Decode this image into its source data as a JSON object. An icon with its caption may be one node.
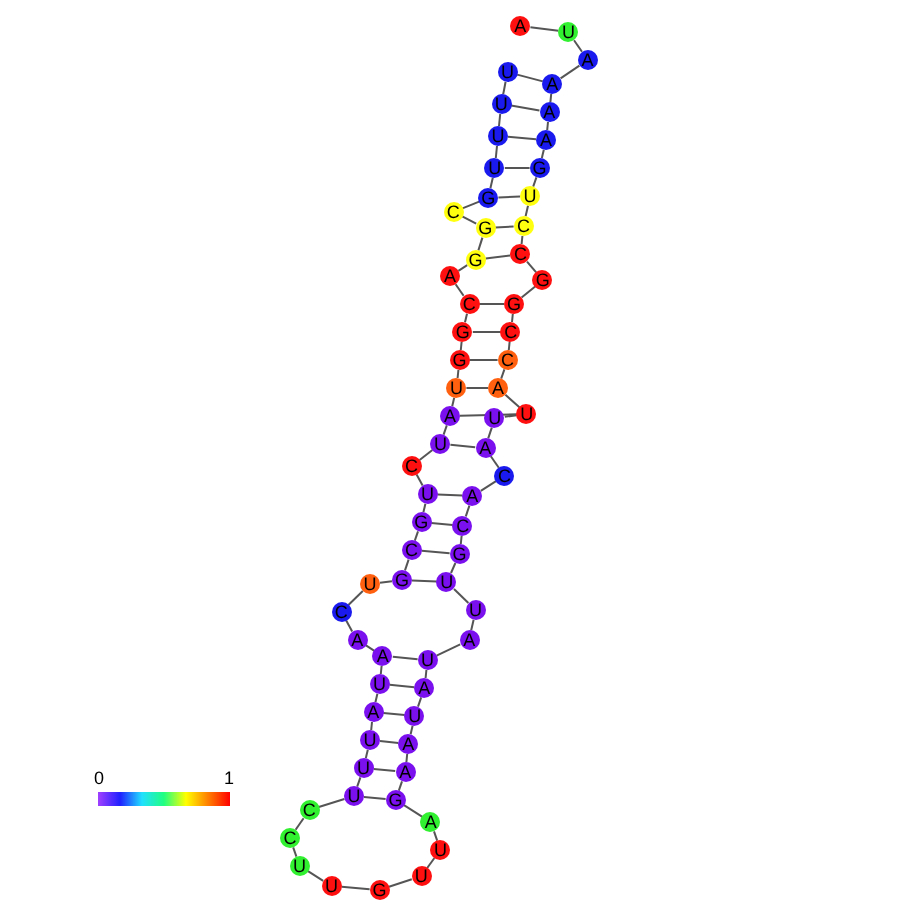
{
  "diagram": {
    "nodes": [
      {
        "text": [
          "U"
        ]
      },
      {
        "text": [
          "U"
        ]
      },
      {
        "text": [
          "U"
        ]
      },
      {
        "text": [
          "U"
        ]
      },
      {
        "text": [
          "G"
        ]
      },
      {
        "text": [
          "C"
        ]
      },
      {
        "text": [
          "G"
        ]
      },
      {
        "text": [
          "G"
        ]
      },
      {
        "text": [
          "A"
        ]
      },
      {
        "text": [
          "C"
        ]
      },
      {
        "text": [
          "G"
        ]
      },
      {
        "text": [
          "G"
        ]
      },
      {
        "text": [
          "U"
        ]
      },
      {
        "text": [
          "A"
        ]
      },
      {
        "text": [
          "U"
        ]
      },
      {
        "text": [
          "C"
        ]
      },
      {
        "text": [
          "U"
        ]
      },
      {
        "text": [
          "G"
        ]
      },
      {
        "text": [
          "C"
        ]
      },
      {
        "text": [
          "G"
        ]
      },
      {
        "text": [
          "U"
        ]
      },
      {
        "text": [
          "C"
        ]
      },
      {
        "text": [
          "A"
        ]
      },
      {
        "text": [
          "A"
        ]
      },
      {
        "text": [
          "U"
        ]
      },
      {
        "text": [
          "A"
        ]
      },
      {
        "text": [
          "U"
        ]
      },
      {
        "text": [
          "U"
        ]
      },
      {
        "text": [
          "U"
        ]
      },
      {
        "text": [
          "C"
        ]
      },
      {
        "text": [
          "C"
        ]
      },
      {
        "text": [
          "U"
        ]
      },
      {
        "text": [
          "U"
        ]
      },
      {
        "text": [
          "G"
        ]
      },
      {
        "text": [
          "U"
        ]
      },
      {
        "text": [
          "U"
        ]
      },
      {
        "text": [
          "A"
        ]
      },
      {
        "text": [
          "G"
        ]
      },
      {
        "text": [
          "A"
        ]
      },
      {
        "text": [
          "A"
        ]
      },
      {
        "text": [
          "U"
        ]
      },
      {
        "text": [
          "A"
        ]
      },
      {
        "text": [
          "U"
        ]
      },
      {
        "text": [
          "A"
        ]
      },
      {
        "text": [
          "U"
        ]
      },
      {
        "text": [
          "U"
        ]
      },
      {
        "text": [
          "G"
        ]
      },
      {
        "text": [
          "C"
        ]
      },
      {
        "text": [
          "A"
        ]
      },
      {
        "text": [
          "C"
        ]
      },
      {
        "text": [
          "A"
        ]
      },
      {
        "text": [
          "U"
        ]
      },
      {
        "text": [
          "U"
        ]
      },
      {
        "text": [
          "A"
        ]
      },
      {
        "text": [
          "C"
        ]
      },
      {
        "text": [
          "C"
        ]
      },
      {
        "text": [
          "G"
        ]
      },
      {
        "text": [
          "G"
        ]
      },
      {
        "text": [
          "C"
        ]
      },
      {
        "text": [
          "C"
        ]
      },
      {
        "text": [
          "U"
        ]
      },
      {
        "text": [
          "G"
        ]
      },
      {
        "text": [
          "A"
        ]
      },
      {
        "text": [
          "A"
        ]
      },
      {
        "text": [
          "A"
        ]
      },
      {
        "text": [
          "A"
        ]
      },
      {
        "text": [
          "U"
        ]
      },
      {
        "text": [
          "A"
        ]
      }
    ],
    "edges": [
      {
        "from": 0,
        "to": 1,
        "arrow": "none"
      },
      {
        "from": 1,
        "to": 2,
        "arrow": "none"
      },
      {
        "from": 2,
        "to": 3,
        "arrow": "none"
      },
      {
        "from": 3,
        "to": 4,
        "arrow": "none"
      },
      {
        "from": 4,
        "to": 5,
        "arrow": "none"
      },
      {
        "from": 5,
        "to": 6,
        "arrow": "none"
      },
      {
        "from": 6,
        "to": 7,
        "arrow": "none"
      },
      {
        "from": 7,
        "to": 8,
        "arrow": "none"
      },
      {
        "from": 8,
        "to": 9,
        "arrow": "none"
      },
      {
        "from": 9,
        "to": 10,
        "arrow": "none"
      },
      {
        "from": 10,
        "to": 11,
        "arrow": "none"
      },
      {
        "from": 11,
        "to": 12,
        "arrow": "none"
      },
      {
        "from": 12,
        "to": 13,
        "arrow": "none"
      },
      {
        "from": 13,
        "to": 14,
        "arrow": "none"
      },
      {
        "from": 14,
        "to": 15,
        "arrow": "none"
      },
      {
        "from": 15,
        "to": 16,
        "arrow": "none"
      },
      {
        "from": 16,
        "to": 17,
        "arrow": "none"
      },
      {
        "from": 17,
        "to": 18,
        "arrow": "none"
      },
      {
        "from": 18,
        "to": 19,
        "arrow": "none"
      },
      {
        "from": 19,
        "to": 20,
        "arrow": "none"
      },
      {
        "from": 20,
        "to": 21,
        "arrow": "none"
      },
      {
        "from": 21,
        "to": 22,
        "arrow": "none"
      },
      {
        "from": 22,
        "to": 23,
        "arrow": "none"
      },
      {
        "from": 23,
        "to": 24,
        "arrow": "none"
      },
      {
        "from": 24,
        "to": 25,
        "arrow": "none"
      },
      {
        "from": 25,
        "to": 26,
        "arrow": "none"
      },
      {
        "from": 26,
        "to": 27,
        "arrow": "none"
      },
      {
        "from": 27,
        "to": 28,
        "arrow": "none"
      },
      {
        "from": 28,
        "to": 29,
        "arrow": "none"
      },
      {
        "from": 29,
        "to": 30,
        "arrow": "none"
      },
      {
        "from": 30,
        "to": 31,
        "arrow": "none"
      },
      {
        "from": 31,
        "to": 32,
        "arrow": "none"
      },
      {
        "from": 32,
        "to": 33,
        "arrow": "none"
      },
      {
        "from": 33,
        "to": 34,
        "arrow": "none"
      },
      {
        "from": 34,
        "to": 35,
        "arrow": "none"
      },
      {
        "from": 35,
        "to": 36,
        "arrow": "none"
      },
      {
        "from": 36,
        "to": 37,
        "arrow": "none"
      },
      {
        "from": 37,
        "to": 38,
        "arrow": "none"
      },
      {
        "from": 38,
        "to": 39,
        "arrow": "none"
      },
      {
        "from": 39,
        "to": 40,
        "arrow": "none"
      },
      {
        "from": 40,
        "to": 41,
        "arrow": "none"
      },
      {
        "from": 41,
        "to": 42,
        "arrow": "none"
      },
      {
        "from": 42,
        "to": 43,
        "arrow": "none"
      },
      {
        "from": 43,
        "to": 44,
        "arrow": "none"
      },
      {
        "from": 44,
        "to": 45,
        "arrow": "none"
      },
      {
        "from": 45,
        "to": 46,
        "arrow": "none"
      },
      {
        "from": 46,
        "to": 47,
        "arrow": "none"
      },
      {
        "from": 47,
        "to": 48,
        "arrow": "none"
      },
      {
        "from": 48,
        "to": 49,
        "arrow": "none"
      },
      {
        "from": 49,
        "to": 50,
        "arrow": "none"
      },
      {
        "from": 50,
        "to": 51,
        "arrow": "none"
      },
      {
        "from": 51,
        "to": 52,
        "arrow": "none"
      },
      {
        "from": 52,
        "to": 53,
        "arrow": "none"
      },
      {
        "from": 53,
        "to": 54,
        "arrow": "none"
      },
      {
        "from": 54,
        "to": 55,
        "arrow": "none"
      },
      {
        "from": 55,
        "to": 56,
        "arrow": "none"
      },
      {
        "from": 56,
        "to": 57,
        "arrow": "none"
      },
      {
        "from": 57,
        "to": 58,
        "arrow": "none"
      },
      {
        "from": 58,
        "to": 59,
        "arrow": "none"
      },
      {
        "from": 59,
        "to": 60,
        "arrow": "none"
      },
      {
        "from": 60,
        "to": 61,
        "arrow": "none"
      },
      {
        "from": 61,
        "to": 62,
        "arrow": "none"
      },
      {
        "from": 62,
        "to": 63,
        "arrow": "none"
      },
      {
        "from": 63,
        "to": 64,
        "arrow": "none"
      },
      {
        "from": 64,
        "to": 65,
        "arrow": "none"
      },
      {
        "from": 65,
        "to": 66,
        "arrow": "none"
      },
      {
        "from": 66,
        "to": 67,
        "arrow": "none"
      },
      {
        "from": 0,
        "to": 64,
        "arrow": "none"
      },
      {
        "from": 1,
        "to": 63,
        "arrow": "none"
      },
      {
        "from": 2,
        "to": 62,
        "arrow": "none"
      },
      {
        "from": 3,
        "to": 61,
        "arrow": "none"
      },
      {
        "from": 4,
        "to": 60,
        "arrow": "none"
      },
      {
        "from": 6,
        "to": 59,
        "arrow": "none"
      },
      {
        "from": 7,
        "to": 58,
        "arrow": "none"
      },
      {
        "from": 9,
        "to": 56,
        "arrow": "none"
      },
      {
        "from": 10,
        "to": 55,
        "arrow": "none"
      },
      {
        "from": 11,
        "to": 54,
        "arrow": "none"
      },
      {
        "from": 12,
        "to": 53,
        "arrow": "none"
      },
      {
        "from": 13,
        "to": 52,
        "arrow": "none"
      },
      {
        "from": 14,
        "to": 50,
        "arrow": "none"
      },
      {
        "from": 16,
        "to": 48,
        "arrow": "none"
      },
      {
        "from": 17,
        "to": 47,
        "arrow": "none"
      },
      {
        "from": 18,
        "to": 46,
        "arrow": "none"
      },
      {
        "from": 19,
        "to": 45,
        "arrow": "none"
      },
      {
        "from": 23,
        "to": 42,
        "arrow": "none"
      },
      {
        "from": 24,
        "to": 41,
        "arrow": "none"
      },
      {
        "from": 25,
        "to": 40,
        "arrow": "none"
      },
      {
        "from": 26,
        "to": 39,
        "arrow": "none"
      },
      {
        "from": 27,
        "to": 38,
        "arrow": "none"
      },
      {
        "from": 28,
        "to": 37,
        "arrow": "none"
      }
    ],
    "labels": [
      "0",
      "1"
    ]
  }
}
